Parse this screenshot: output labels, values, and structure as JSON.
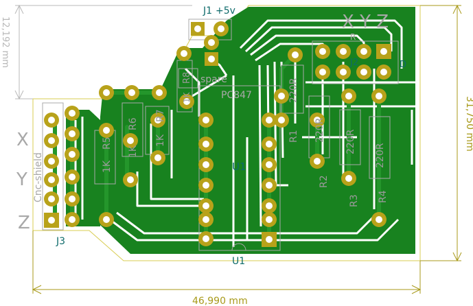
{
  "dimensions": {
    "width": "46,990 mm",
    "height": "31,750 mm",
    "height_gray": "12,192 mm"
  },
  "references": {
    "j1": "J1",
    "j2": "J2",
    "j3": "J3",
    "u1_top": "U1",
    "u1_bottom": "U1",
    "plus5v": "+5v",
    "d1": "D"
  },
  "silkscreen": {
    "x": "X",
    "y": "Y",
    "z": "Z",
    "cnc_shield": "Cnc-shield",
    "spare": "spare",
    "pc847": "PC847",
    "xyz_top": "X Y Z",
    "r_top": "R"
  },
  "resistors": {
    "r1": "R1",
    "r2": "R2",
    "r3": "R3",
    "r4": "R4",
    "r5": "R5",
    "r6": "R6",
    "r7": "R7",
    "r8": "R8",
    "v_220r": "220R",
    "v_1k": "1K"
  },
  "colors": {
    "copper": "#1e7e24",
    "copper_board": "#15781c",
    "pad_ring": "#b8a21a",
    "hole": "#ffffff",
    "silk": "#a8a8a8",
    "ref_text": "#0d6a6a",
    "dimension": "#a89a1a",
    "edge_cuts": "#d8cc50"
  }
}
